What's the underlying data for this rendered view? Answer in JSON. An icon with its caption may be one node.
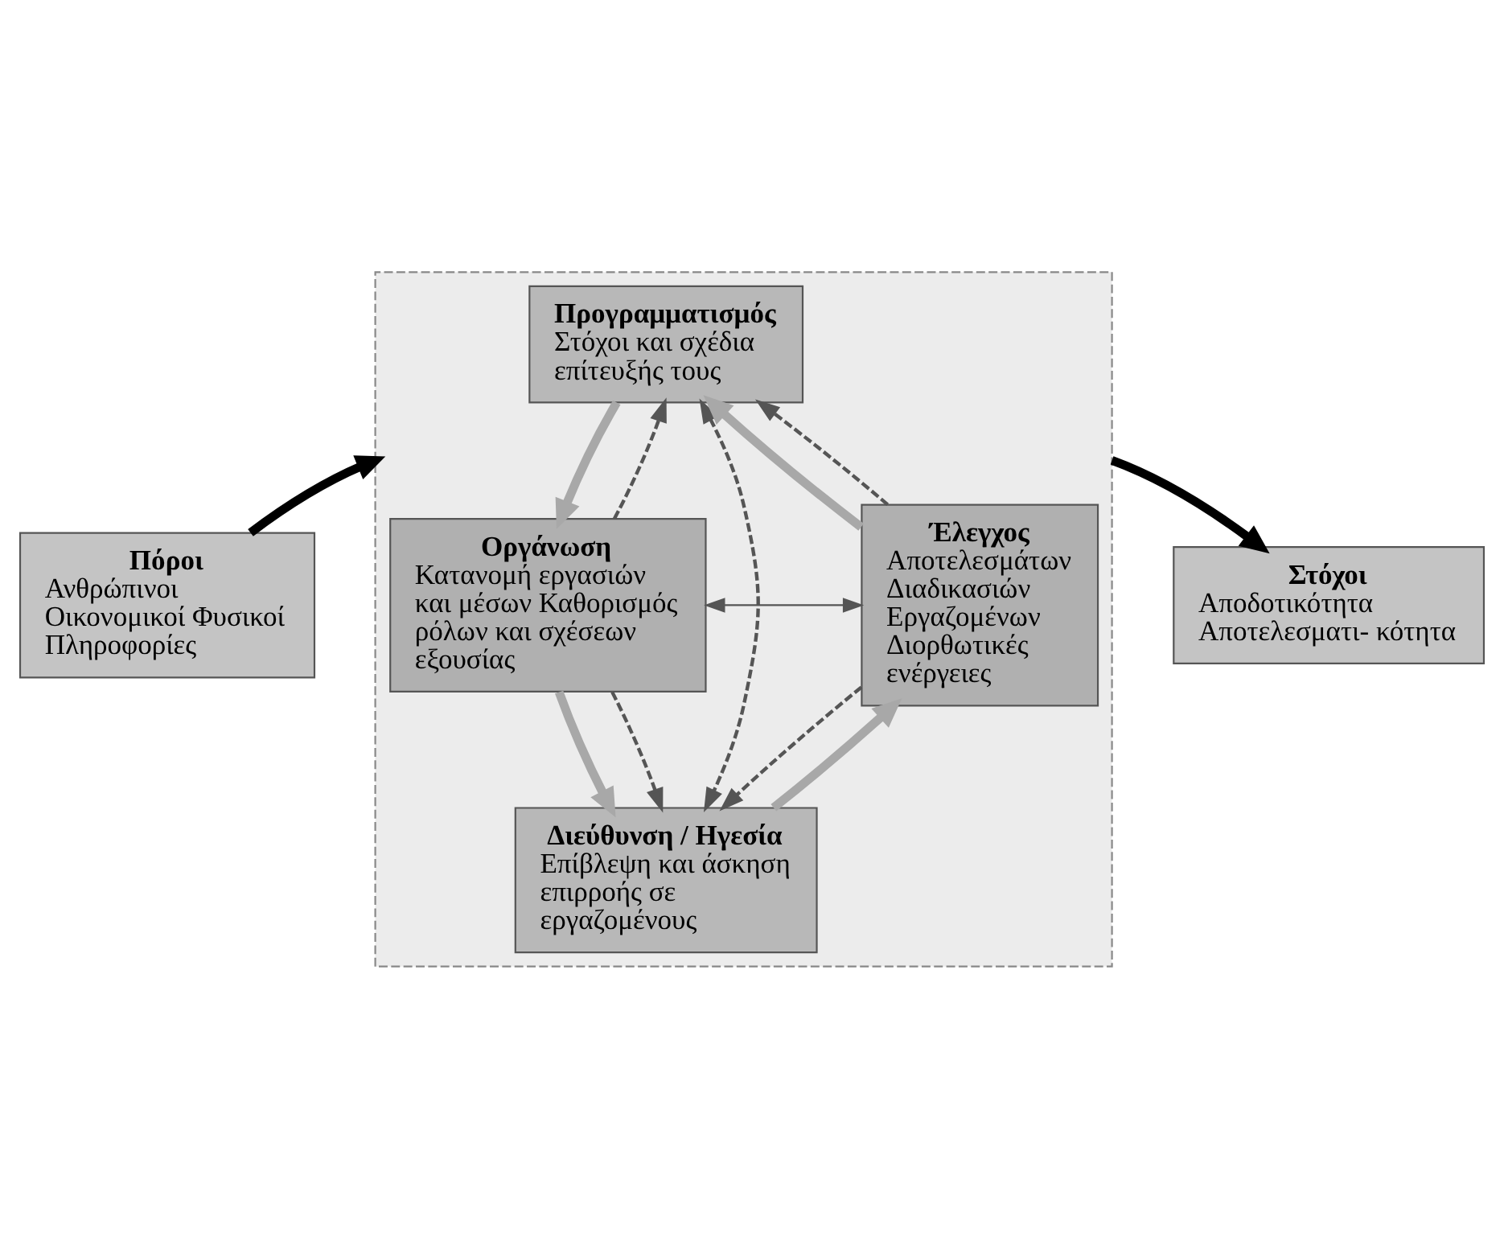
{
  "diagram": {
    "nodes": [
      {
        "text": [
          "Πόροι",
          "Ανθρώπινοι Οικονομικοί Φυσικοί Πληροφορίες"
        ]
      },
      {
        "text": [],
        "shape": "box"
      },
      {
        "text": [
          "Προγραμματισμός",
          "Στόχοι και σχέδια επίτευξής τους"
        ],
        "in": 1
      },
      {
        "text": [
          "Έλεγχος",
          "Αποτελεσμάτων Διαδικασιών Εργαζομένων Διορθωτικές ενέργειες"
        ],
        "in": 1
      },
      {
        "text": [
          "Οργάνωση",
          "Κατανομή εργασιών και μέσων Καθορισμός ρόλων και σχέσεων εξουσίας"
        ],
        "in": 1
      },
      {
        "text": [
          "Διεύθυνση / Ηγεσία",
          "Επίβλεψη και άσκηση επιρροής σε εργαζομένους"
        ],
        "in": 1
      },
      {
        "text": [
          "Στόχοι",
          "Αποδοτικότητα Αποτελεσματι- κότητα"
        ]
      }
    ],
    "edges": [
      {
        "from": 0,
        "to": 1,
        "arrow": "to",
        "style": "thick",
        "color": "#000000"
      },
      {
        "from": 1,
        "to": 6,
        "arrow": "to",
        "style": "thick",
        "color": "#000000"
      },
      {
        "from": 2,
        "to": 4,
        "arrow": "to",
        "style": "thick",
        "color": "#a8a8a8"
      },
      {
        "from": 4,
        "to": 5,
        "arrow": "to",
        "style": "thick",
        "color": "#a8a8a8"
      },
      {
        "from": 5,
        "to": 3,
        "arrow": "to",
        "style": "thick",
        "color": "#a8a8a8"
      },
      {
        "from": 3,
        "to": 2,
        "arrow": "to",
        "style": "thick",
        "color": "#a8a8a8"
      },
      {
        "from": 3,
        "to": 2,
        "arrow": "to",
        "style": "dashed"
      },
      {
        "from": 2,
        "to": 5,
        "arrow": "both",
        "style": "dashed"
      },
      {
        "from": 4,
        "to": 2,
        "arrow": "to",
        "style": "dashed"
      },
      {
        "from": 3,
        "to": 4,
        "arrow": "both"
      },
      {
        "from": 3,
        "to": 5,
        "arrow": "to",
        "style": "dashed"
      },
      {
        "from": 4,
        "to": 5,
        "arrow": "to",
        "style": "dashed"
      }
    ]
  }
}
